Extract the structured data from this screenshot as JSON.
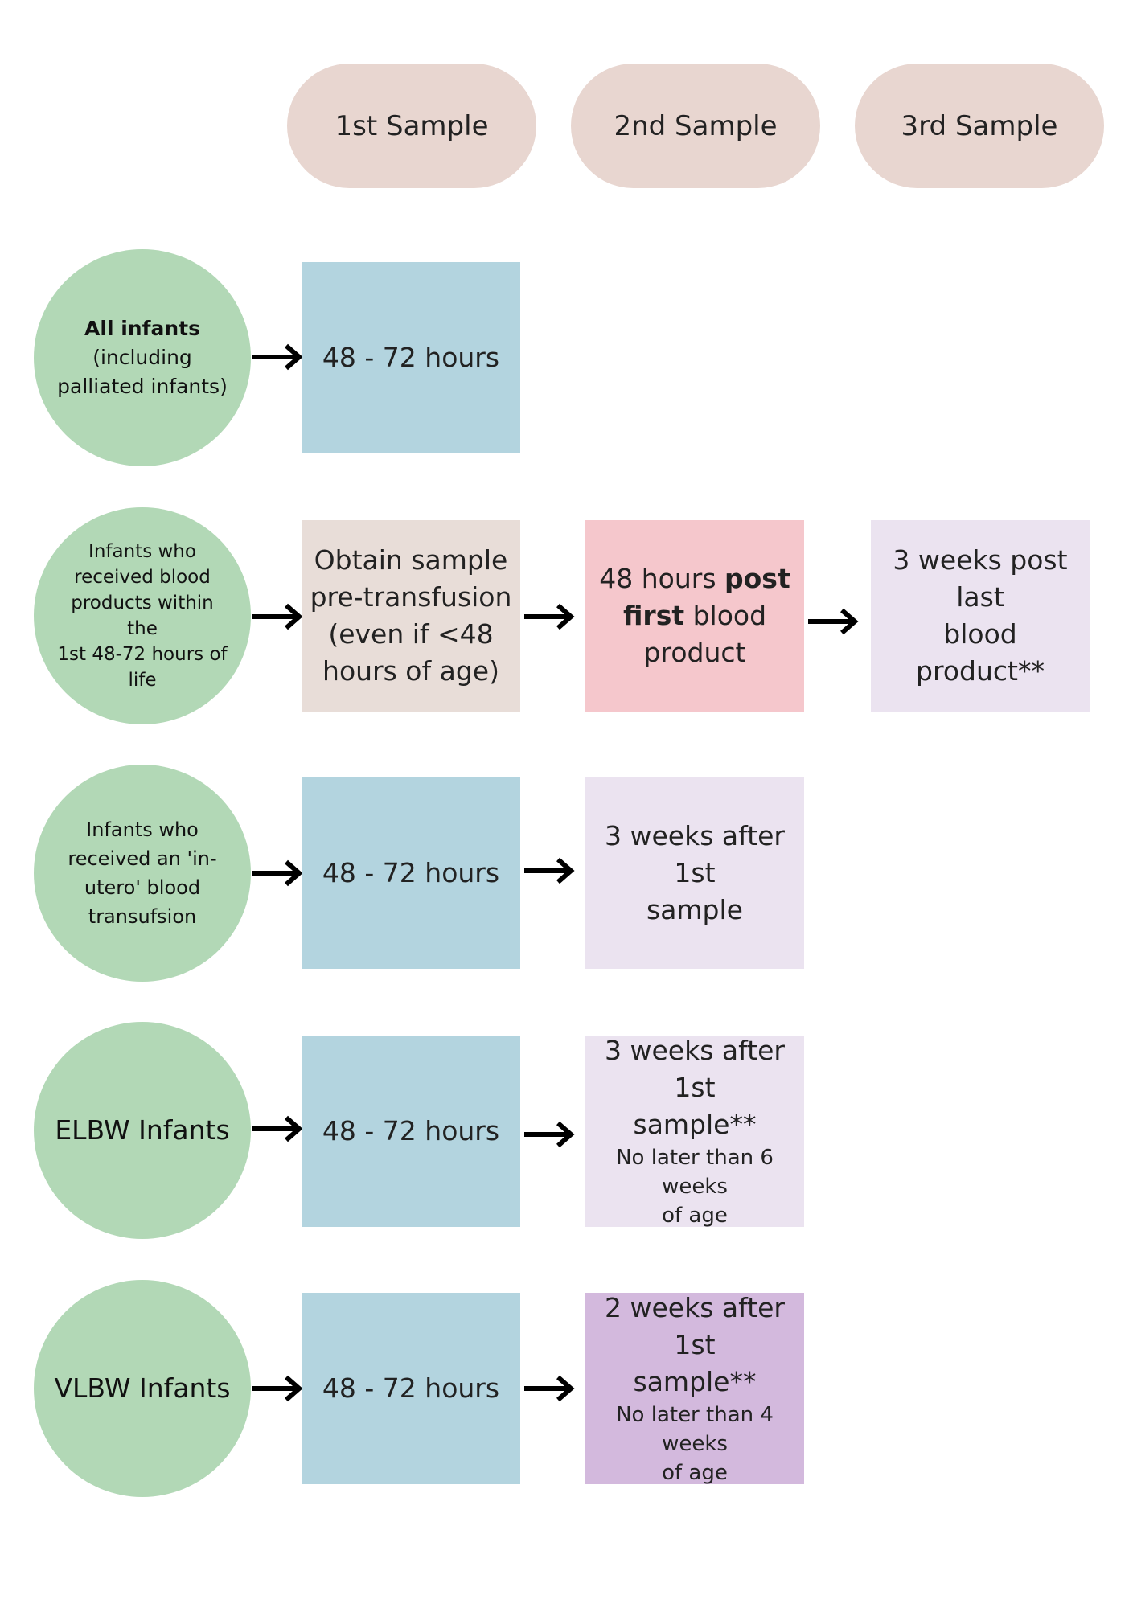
{
  "headers": [
    "1st Sample",
    "2nd Sample",
    "3rd Sample"
  ],
  "rows": [
    {
      "group_lines": [
        {
          "text": "All infants",
          "bold": true
        },
        {
          "text": "(including"
        },
        {
          "text": "palliated infants)"
        }
      ],
      "samples": [
        {
          "lines": [
            "48 - 72 hours"
          ]
        }
      ]
    },
    {
      "group_lines": [
        {
          "text": "Infants who"
        },
        {
          "text": "received blood"
        },
        {
          "text": "products within the"
        },
        {
          "text": "1st 48-72 hours of"
        },
        {
          "text": "life"
        }
      ],
      "samples": [
        {
          "lines": [
            "Obtain sample",
            "pre-transfusion",
            "(even if <48",
            "hours of age)"
          ]
        },
        {
          "line1_pre": "48 hours ",
          "line1_bold": "post",
          "line2_bold": "first",
          "line2_post": " blood",
          "line3": "product"
        },
        {
          "lines": [
            "3 weeks post last",
            "blood product**"
          ]
        }
      ]
    },
    {
      "group_lines": [
        {
          "text": "Infants who"
        },
        {
          "text": "received an 'in-"
        },
        {
          "text": "utero' blood"
        },
        {
          "text": "transufsion"
        }
      ],
      "samples": [
        {
          "lines": [
            "48 - 72 hours"
          ]
        },
        {
          "lines": [
            "3 weeks after 1st",
            "sample"
          ]
        }
      ]
    },
    {
      "group_lines": [
        {
          "text": "ELBW Infants"
        }
      ],
      "samples": [
        {
          "lines": [
            "48 - 72 hours"
          ]
        },
        {
          "lines": [
            "3 weeks after 1st",
            "sample**"
          ],
          "sub_lines": [
            "No later than 6 weeks",
            "of age"
          ]
        }
      ]
    },
    {
      "group_lines": [
        {
          "text": "VLBW Infants"
        }
      ],
      "samples": [
        {
          "lines": [
            "48 - 72 hours"
          ]
        },
        {
          "lines": [
            "2 weeks after 1st",
            "sample**"
          ],
          "sub_lines": [
            "No later than 4 weeks",
            "of age"
          ]
        }
      ]
    }
  ],
  "colors": {
    "header_pill": "#e8d6d0",
    "group_circle": "#b2d8b6",
    "first_sample_box": "#b3d4df",
    "pretransfusion_box": "#e8ddd8",
    "post_first_box": "#f5c7cc",
    "later_sample_box": "#ebe3f0",
    "vlbw_second_box": "#d3b9dd",
    "arrow": "#000000"
  },
  "icons": [
    "arrow-right-icon"
  ]
}
